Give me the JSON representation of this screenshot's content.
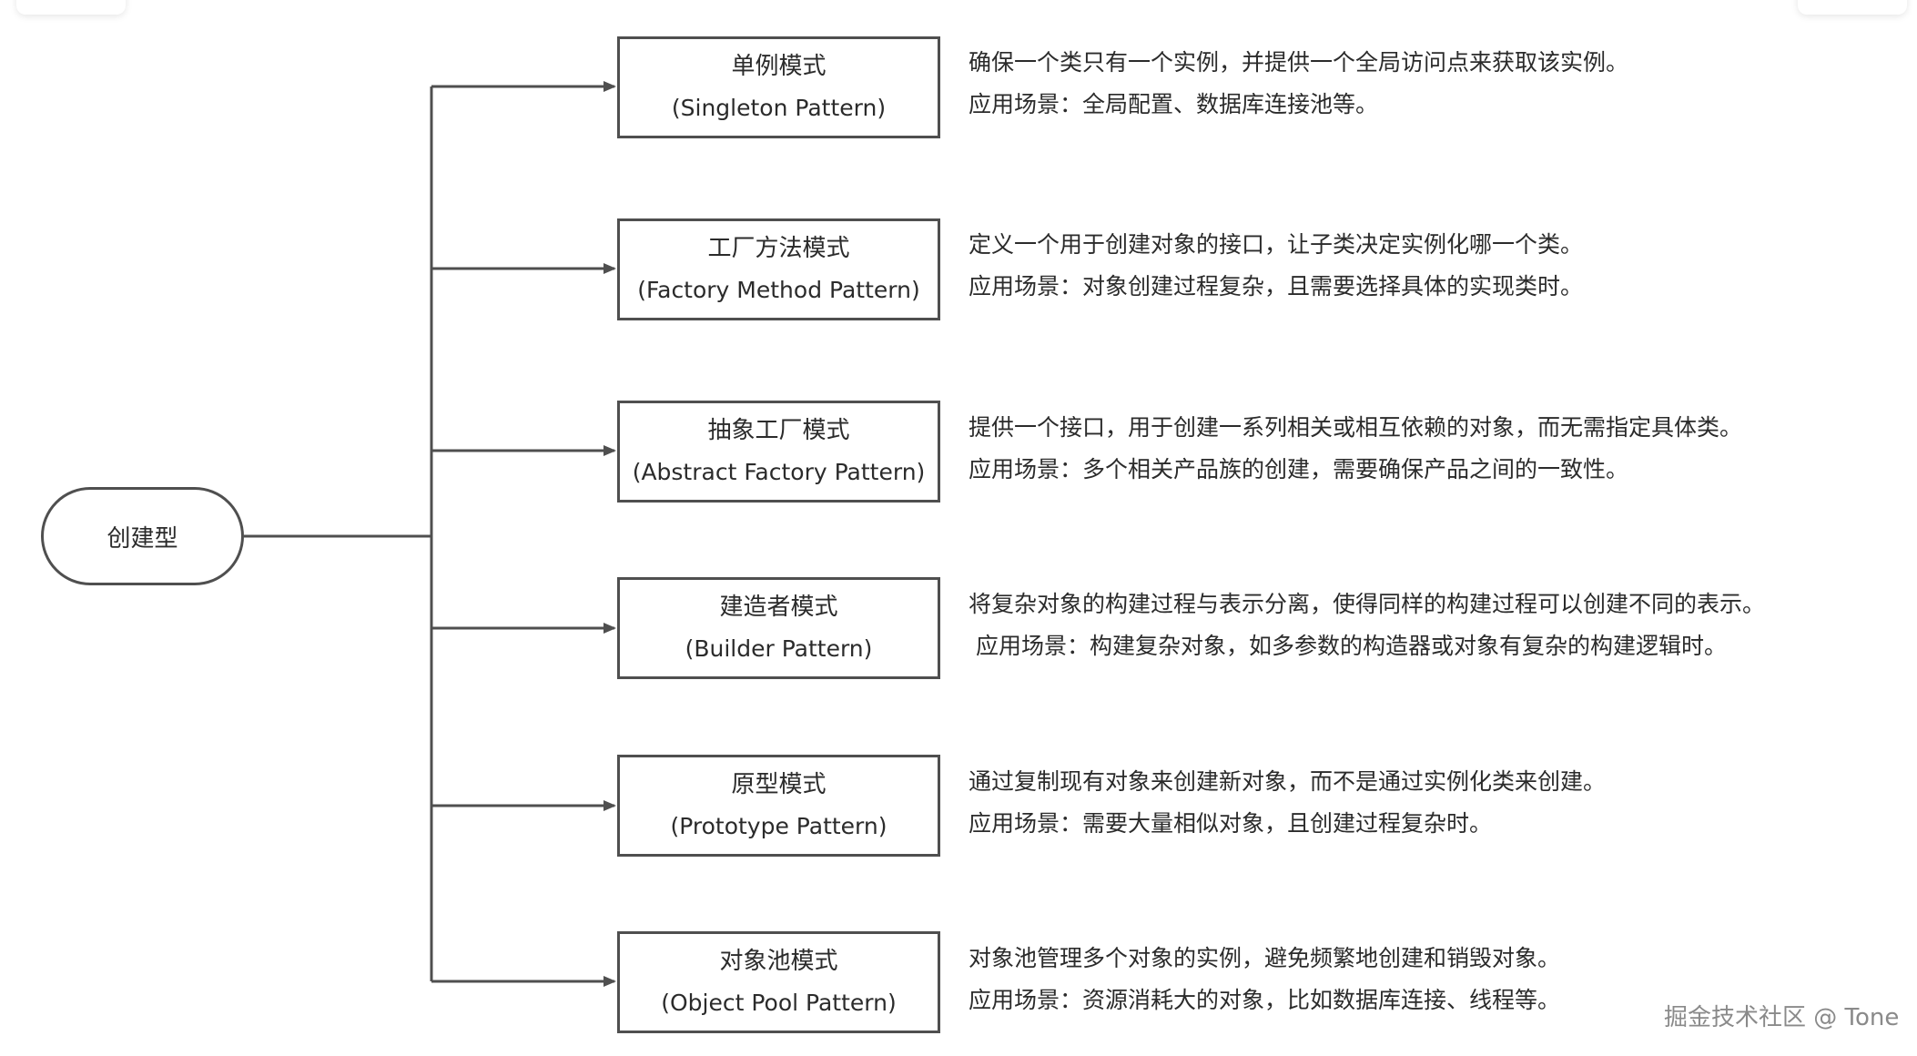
{
  "diagram": {
    "root": {
      "label": "创建型"
    },
    "patterns": [
      {
        "name": "单例模式",
        "english": "(Singleton Pattern)",
        "description": "确保一个类只有一个实例，并提供一个全局访问点来获取该实例。",
        "usage": "应用场景：全局配置、数据库连接池等。"
      },
      {
        "name": "工厂方法模式",
        "english": "(Factory Method Pattern)",
        "description": "定义一个用于创建对象的接口，让子类决定实例化哪一个类。",
        "usage": "应用场景：对象创建过程复杂，且需要选择具体的实现类时。"
      },
      {
        "name": "抽象工厂模式",
        "english": "(Abstract Factory Pattern)",
        "description": "提供一个接口，用于创建一系列相关或相互依赖的对象，而无需指定具体类。",
        "usage": "应用场景：多个相关产品族的创建，需要确保产品之间的一致性。"
      },
      {
        "name": "建造者模式",
        "english": "(Builder Pattern)",
        "description": "将复杂对象的构建过程与表示分离，使得同样的构建过程可以创建不同的表示。",
        "usage": "应用场景：构建复杂对象，如多参数的构造器或对象有复杂的构建逻辑时。"
      },
      {
        "name": "原型模式",
        "english": "(Prototype Pattern)",
        "description": "通过复制现有对象来创建新对象，而不是通过实例化类来创建。",
        "usage": "应用场景：需要大量相似对象，且创建过程复杂时。"
      },
      {
        "name": "对象池模式",
        "english": "(Object Pool Pattern)",
        "description": "对象池管理多个对象的实例，避免频繁地创建和销毁对象。",
        "usage": "应用场景：资源消耗大的对象，比如数据库连接、线程等。"
      }
    ]
  },
  "watermark": "掘金技术社区 @ Tone",
  "colors": {
    "line": "#4f4f4f",
    "text": "#2b2b2b",
    "watermark": "#8a8a8a",
    "background": "#ffffff"
  }
}
